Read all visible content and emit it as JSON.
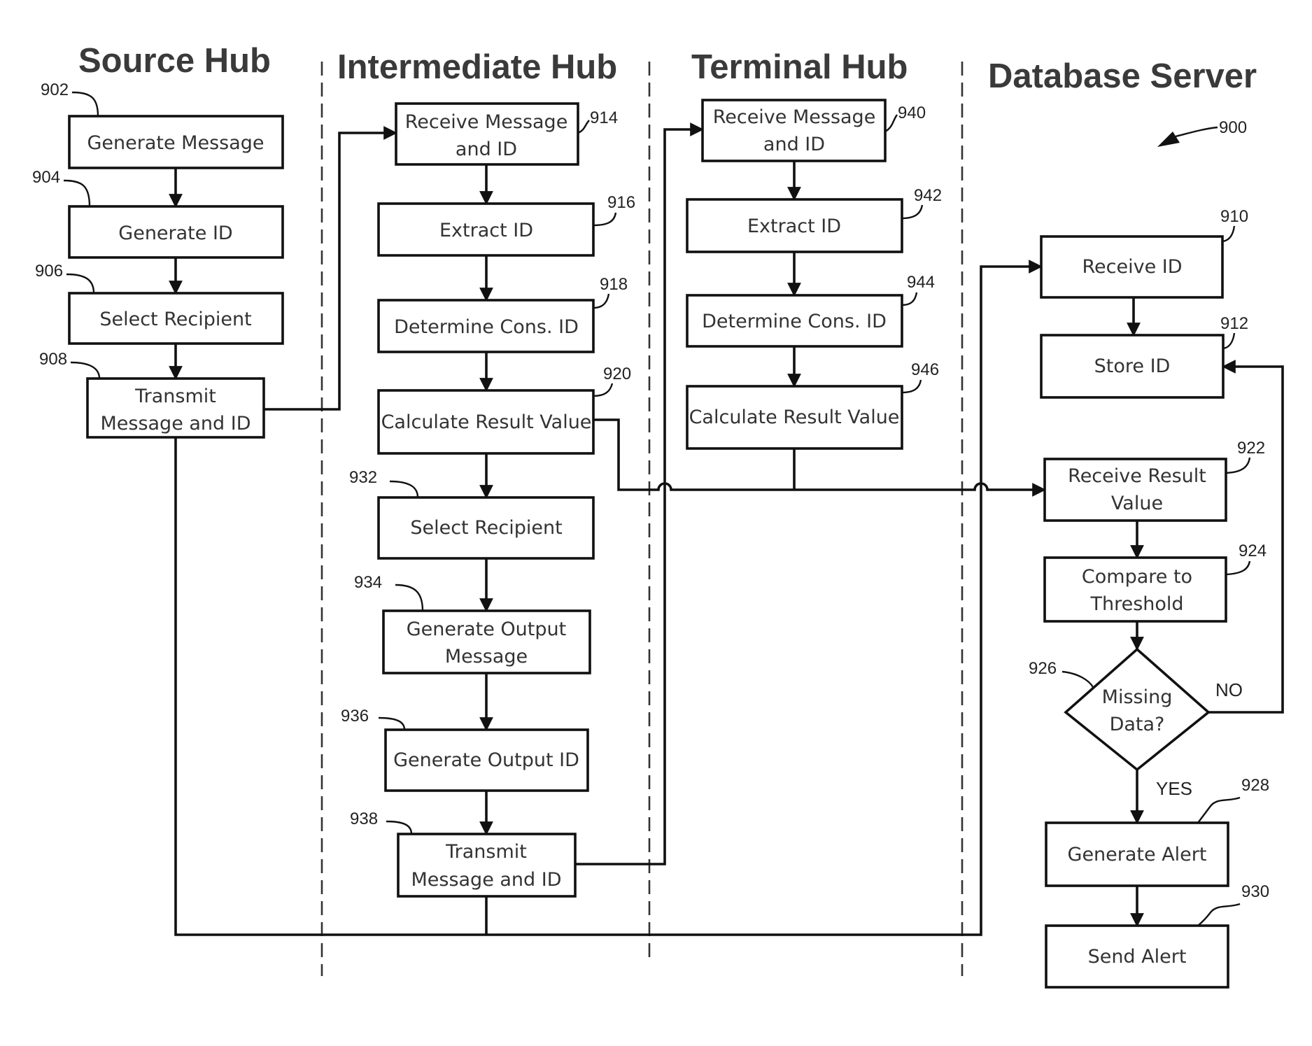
{
  "lanes": {
    "source_hub": "Source Hub",
    "intermediate_hub": "Intermediate Hub",
    "terminal_hub": "Terminal Hub",
    "database_server": "Database Server"
  },
  "figure_ref": "900",
  "steps": {
    "s902": {
      "ref": "902",
      "line1": "Generate Message",
      "line2": ""
    },
    "s904": {
      "ref": "904",
      "line1": "Generate ID",
      "line2": ""
    },
    "s906": {
      "ref": "906",
      "line1": "Select Recipient",
      "line2": ""
    },
    "s908": {
      "ref": "908",
      "line1": "Transmit",
      "line2": "Message and ID"
    },
    "s914": {
      "ref": "914",
      "line1": "Receive Message",
      "line2": "and ID"
    },
    "s916": {
      "ref": "916",
      "line1": "Extract ID",
      "line2": ""
    },
    "s918": {
      "ref": "918",
      "line1": "Determine Cons. ID",
      "line2": ""
    },
    "s920": {
      "ref": "920",
      "line1": "Calculate Result Value",
      "line2": ""
    },
    "s932": {
      "ref": "932",
      "line1": "Select Recipient",
      "line2": ""
    },
    "s934": {
      "ref": "934",
      "line1": "Generate Output",
      "line2": "Message"
    },
    "s936": {
      "ref": "936",
      "line1": "Generate Output ID",
      "line2": ""
    },
    "s938": {
      "ref": "938",
      "line1": "Transmit",
      "line2": "Message and ID"
    },
    "s940": {
      "ref": "940",
      "line1": "Receive Message",
      "line2": "and ID"
    },
    "s942": {
      "ref": "942",
      "line1": "Extract ID",
      "line2": ""
    },
    "s944": {
      "ref": "944",
      "line1": "Determine Cons. ID",
      "line2": ""
    },
    "s946": {
      "ref": "946",
      "line1": "Calculate Result Value",
      "line2": ""
    },
    "s910": {
      "ref": "910",
      "line1": "Receive ID",
      "line2": ""
    },
    "s912": {
      "ref": "912",
      "line1": "Store ID",
      "line2": ""
    },
    "s922": {
      "ref": "922",
      "line1": "Receive Result",
      "line2": "Value"
    },
    "s924": {
      "ref": "924",
      "line1": "Compare to",
      "line2": "Threshold"
    },
    "s926": {
      "ref": "926",
      "line1": "Missing",
      "line2": "Data?"
    },
    "s928": {
      "ref": "928",
      "line1": "Generate Alert",
      "line2": ""
    },
    "s930": {
      "ref": "930",
      "line1": "Send Alert",
      "line2": ""
    }
  },
  "branches": {
    "no": "NO",
    "yes": "YES"
  }
}
